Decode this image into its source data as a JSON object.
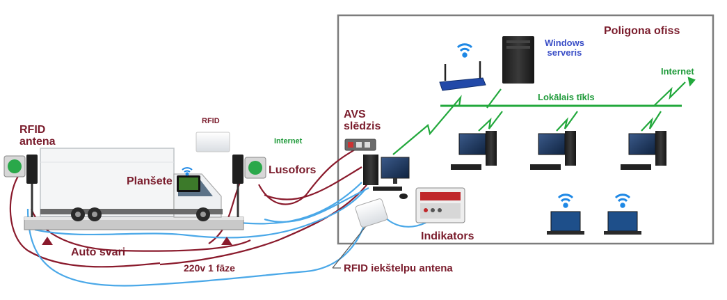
{
  "labels": {
    "office_title": "Poligona ofiss",
    "windows_server_line1": "Windows",
    "windows_server_line2": "serveris",
    "internet_office": "Internet",
    "local_network": "Lokālais tīkls",
    "avs_line1": "AVS",
    "avs_line2": "slēdzis",
    "internet_left": "Internet",
    "rfid_top": "RFID",
    "rfid_antenna_line1": "RFID",
    "rfid_antenna_line2": "antena",
    "tablet": "Planšete",
    "traffic_light": "Lusofors",
    "truck_scale": "Auto svari",
    "indicator": "Indikators",
    "power": "220v 1 fāze",
    "rfid_indoor_antenna": "RFID iekštelpu antena"
  },
  "colors": {
    "cable_red": "#8a1a2c",
    "cable_blue": "#4aa8e8",
    "network_green": "#22a83c",
    "wifi_blue": "#1e88e5",
    "label_maroon": "#7a1c2c",
    "label_green": "#1f9a3a",
    "label_blue": "#3b4fc7"
  }
}
